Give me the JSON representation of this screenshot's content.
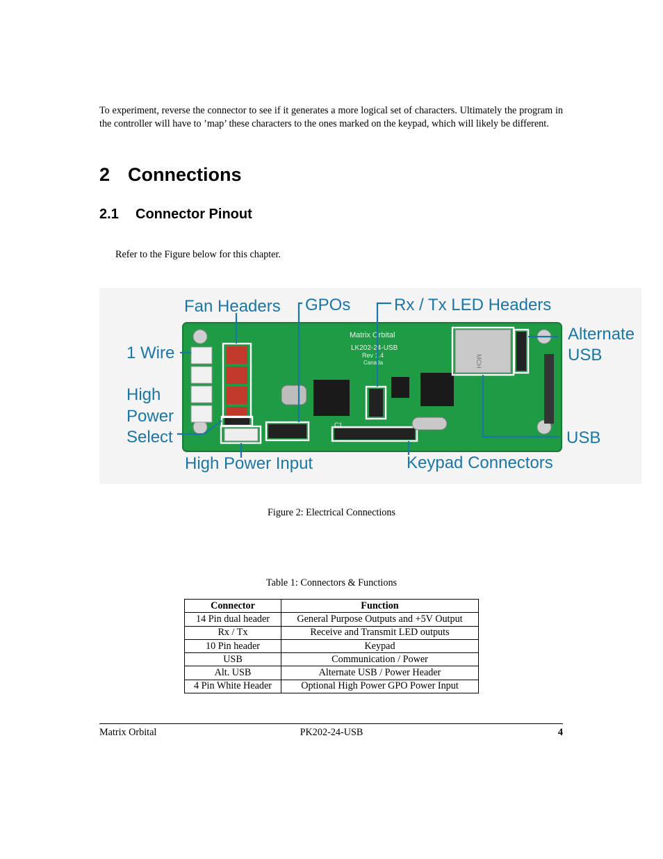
{
  "intro": "To experiment, reverse the connector to see if it generates a more logical set of characters.  Ultimately the program in the controller will have to ’map’ these characters to the ones marked on the keypad, which will likely be different.",
  "section": {
    "number": "2",
    "title": "Connections"
  },
  "subsection": {
    "number": "2.1",
    "title": "Connector Pinout"
  },
  "refer_text": "Refer to the Figure below for this chapter.",
  "figure": {
    "labels": {
      "fan_headers": "Fan Headers",
      "gpos": "GPOs",
      "rx_tx": "Rx / Tx LED Headers",
      "alternate": "Alternate",
      "usb_alt": "USB",
      "one_wire": "1 Wire",
      "high": "High",
      "power": "Power",
      "select": "Select",
      "usb": "USB",
      "high_power_input": "High Power Input",
      "keypad_connectors": "Keypad Connectors"
    },
    "board": {
      "brand": "Matrix Orbital",
      "model": "LK202-24-USB",
      "rev": "Rev 1.4",
      "country": "Canada",
      "chip": "MCH",
      "c1": "C1"
    },
    "colors": {
      "label_blue": "#1b76a8",
      "pcb_green": "#1f9a45",
      "fan_red": "#c0392b"
    }
  },
  "figure_caption": "Figure 2: Electrical Connections",
  "table_caption": "Table 1: Connectors & Functions",
  "table": {
    "headers": [
      "Connector",
      "Function"
    ],
    "rows": [
      [
        "14 Pin dual header",
        "General Purpose Outputs and +5V Output"
      ],
      [
        "Rx / Tx",
        "Receive and Transmit LED outputs"
      ],
      [
        "10 Pin header",
        "Keypad"
      ],
      [
        "USB",
        "Communication / Power"
      ],
      [
        "Alt. USB",
        "Alternate USB / Power Header"
      ],
      [
        "4 Pin White Header",
        "Optional High Power GPO Power Input"
      ]
    ]
  },
  "footer": {
    "left": "Matrix Orbital",
    "center": "PK202-24-USB",
    "page": "4"
  }
}
